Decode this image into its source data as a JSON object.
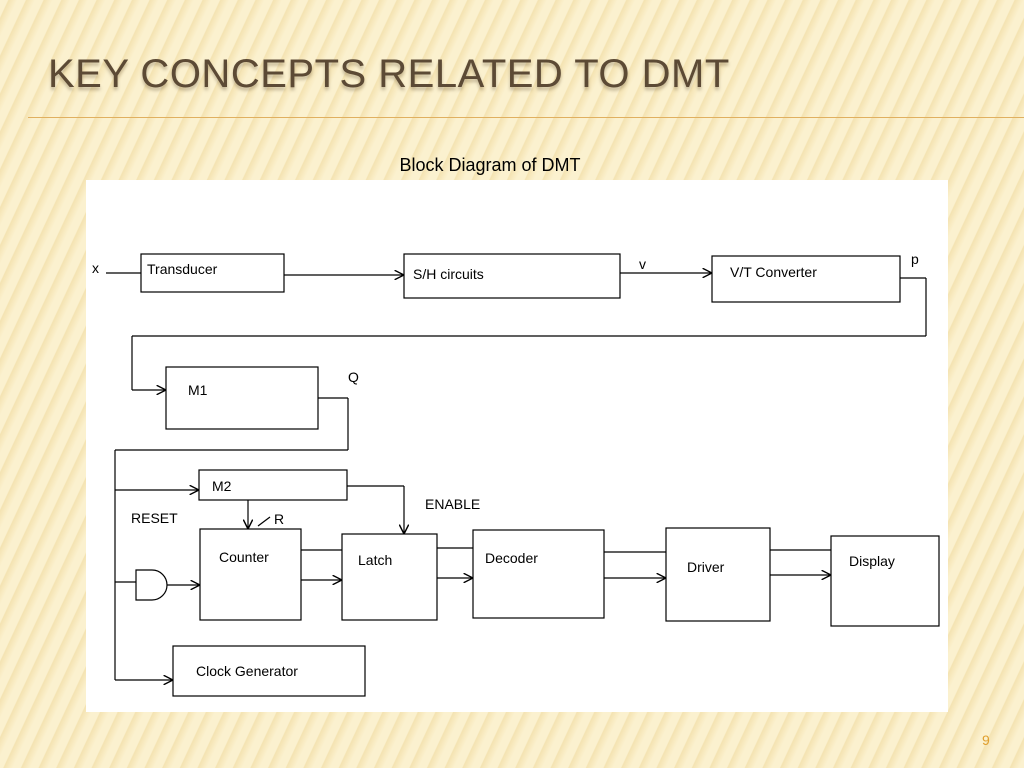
{
  "slide": {
    "title": "Key Concepts Related to DMT",
    "caption": "Block Diagram of DMT",
    "page_number": "9"
  },
  "diagram": {
    "blocks": {
      "transducer": "Transducer",
      "sh_circuits": "S/H circuits",
      "vt_converter": "V/T Converter",
      "m1": "M1",
      "m2": "M2",
      "counter": "Counter",
      "latch": "Latch",
      "decoder": "Decoder",
      "driver": "Driver",
      "display": "Display",
      "clock_generator": "Clock Generator"
    },
    "signals": {
      "x": "x",
      "v": "v",
      "p": "p",
      "q": "Q",
      "reset": "RESET",
      "r": "R",
      "enable": "ENABLE"
    },
    "colors": {
      "title": "#5c4a35",
      "rule": "#e0b060",
      "page_number": "#e0a030",
      "line": "#000000"
    }
  }
}
